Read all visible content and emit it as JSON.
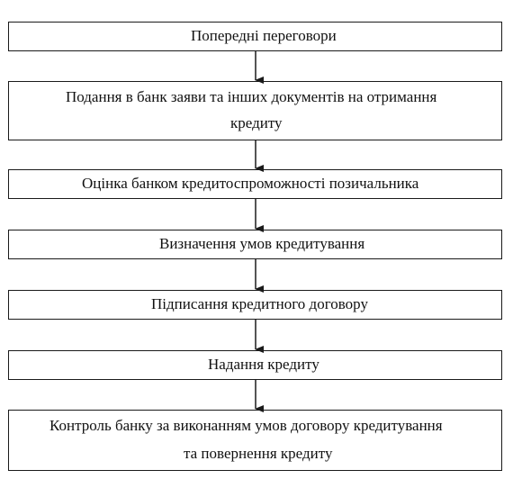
{
  "steps": [
    {
      "lines": [
        "Попередні переговори"
      ]
    },
    {
      "lines": [
        "Подання в банк заяви та інших документів на отримання",
        "кредиту"
      ]
    },
    {
      "lines": [
        "Оцінка банком кредитоспроможності позичальника"
      ]
    },
    {
      "lines": [
        "Визначення умов кредитування"
      ]
    },
    {
      "lines": [
        "Підписання кредитного договору"
      ]
    },
    {
      "lines": [
        "Надання кредиту"
      ]
    },
    {
      "lines": [
        "Контроль банку за виконанням умов договору кредитування",
        "та повернення кредиту"
      ]
    }
  ]
}
